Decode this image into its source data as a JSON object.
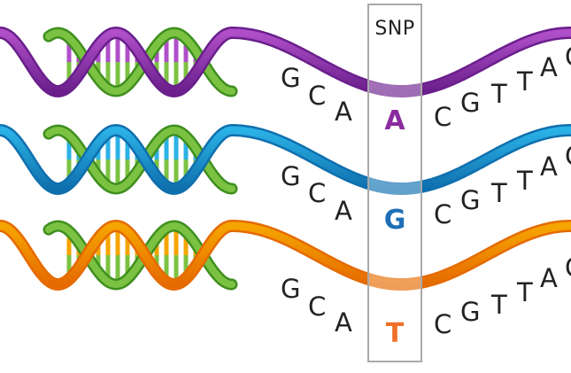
{
  "snp_label": "SNP",
  "strands": [
    {
      "left_bases": [
        "G",
        "C",
        "A"
      ],
      "snp_base": "A",
      "right_bases": [
        "C",
        "G",
        "T",
        "T",
        "A",
        "C"
      ],
      "ribbon": "#b04fc9",
      "ribbon_dark": "#6a1f8c",
      "snp_color": "#8a2b9e"
    },
    {
      "left_bases": [
        "G",
        "C",
        "A"
      ],
      "snp_base": "G",
      "right_bases": [
        "C",
        "G",
        "T",
        "T",
        "A",
        "C"
      ],
      "ribbon": "#2bb2e6",
      "ribbon_dark": "#0f6fae",
      "snp_color": "#1e6fb5"
    },
    {
      "left_bases": [
        "G",
        "C",
        "A"
      ],
      "snp_base": "T",
      "right_bases": [
        "C",
        "G",
        "T",
        "T",
        "A",
        "C"
      ],
      "ribbon": "#f6a500",
      "ribbon_dark": "#e56a00",
      "snp_color": "#f0702a"
    }
  ],
  "partner_ribbon": "#7cc242",
  "partner_ribbon_dark": "#3f8f1f"
}
